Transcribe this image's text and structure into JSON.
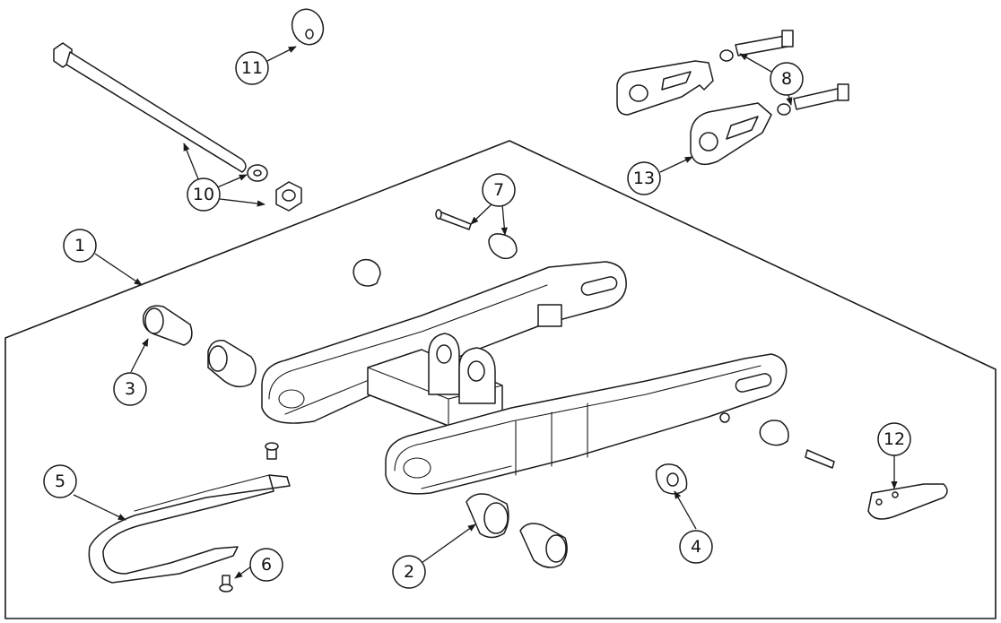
{
  "callouts": [
    {
      "id": "c1",
      "label": "1"
    },
    {
      "id": "c2",
      "label": "2"
    },
    {
      "id": "c3",
      "label": "3"
    },
    {
      "id": "c4",
      "label": "4"
    },
    {
      "id": "c5",
      "label": "5"
    },
    {
      "id": "c6",
      "label": "6"
    },
    {
      "id": "c7",
      "label": "7"
    },
    {
      "id": "c8",
      "label": "8"
    },
    {
      "id": "c10",
      "label": "10"
    },
    {
      "id": "c11",
      "label": "11"
    },
    {
      "id": "c12",
      "label": "12"
    },
    {
      "id": "c13",
      "label": "13"
    }
  ],
  "colors": {
    "line": "#1a1a1a",
    "background": "#ffffff"
  }
}
